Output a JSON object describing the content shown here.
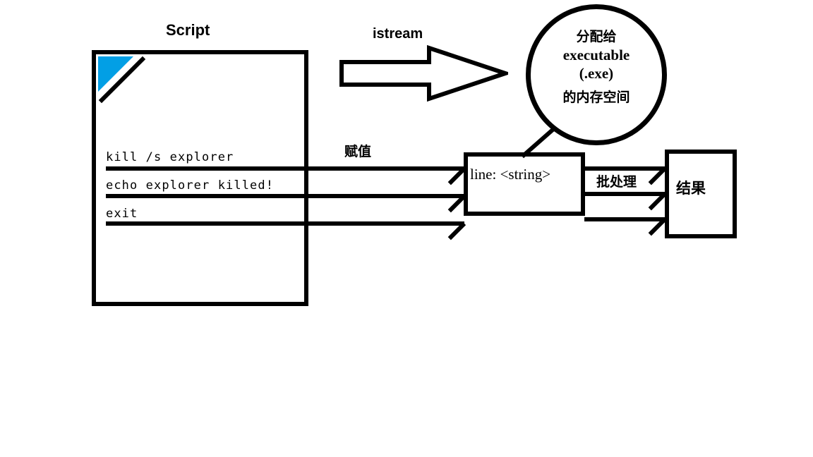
{
  "diagram": {
    "title_script": "Script",
    "title_istream": "istream",
    "label_assign": "赋值",
    "label_batch": "批处理",
    "label_result": "结果",
    "label_line_box": "line: <string>",
    "script_lines": [
      "kill /s explorer",
      "echo explorer killed!",
      "exit"
    ],
    "memory_callout": {
      "line1": "分配给",
      "line2": "executable",
      "line3": "(.exe)",
      "line4": "的内存空间"
    },
    "icons": {
      "folded-corner": "folded-page-corner-icon",
      "block-arrow": "block-arrow-right-icon"
    },
    "colors": {
      "stroke": "#000000",
      "corner_fill": "#029FE5",
      "background": "#ffffff"
    }
  }
}
